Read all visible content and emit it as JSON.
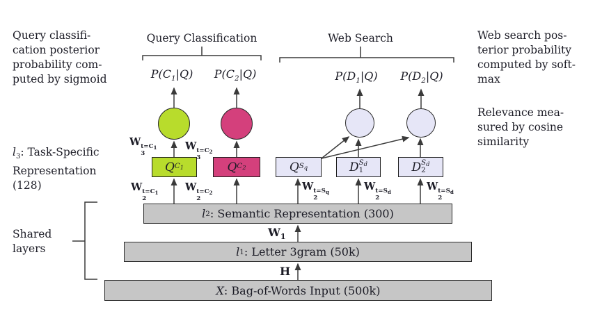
{
  "notes": {
    "query_posterior": "Query classifi-\ncation posterior\nprobability com-\nputed by sigmoid",
    "web_posterior": "Web search pos-\nterior probability\ncomputed by soft-\nmax",
    "relevance": "Relevance mea-\nsured by cosine\nsimilarity",
    "l3": {
      "var": "l",
      "sub": "3",
      "text": ": Task-Specific\nRepresentation\n(128)"
    },
    "shared": "Shared\nlayers"
  },
  "headers": {
    "query_classification": "Query Classification",
    "web_search": "Web Search"
  },
  "outputs": [
    {
      "pre": "P(C",
      "sub": "1",
      "post": "|Q)"
    },
    {
      "pre": "P(C",
      "sub": "2",
      "post": "|Q)"
    },
    {
      "pre": "P(D",
      "sub": "1",
      "post": "|Q)"
    },
    {
      "pre": "P(D",
      "sub": "2",
      "post": "|Q)"
    }
  ],
  "weights": {
    "w3_c1": {
      "base": "W",
      "sub": "3",
      "sup_base": "t=C",
      "sup_sub": "1"
    },
    "w3_c2": {
      "base": "W",
      "sub": "3",
      "sup_base": "t=C",
      "sup_sub": "2"
    },
    "w2_c1": {
      "base": "W",
      "sub": "2",
      "sup_base": "t=C",
      "sup_sub": "1"
    },
    "w2_c2": {
      "base": "W",
      "sub": "2",
      "sup_base": "t=C",
      "sup_sub": "2"
    },
    "w2_sq": {
      "base": "W",
      "sub": "2",
      "sup_base": "t=S",
      "sup_sub": "q"
    },
    "w2_sd1": {
      "base": "W",
      "sub": "2",
      "sup_base": "t=S",
      "sup_sub": "d"
    },
    "w2_sd2": {
      "base": "W",
      "sub": "2",
      "sup_base": "t=S",
      "sup_sub": "d"
    },
    "w1": {
      "base": "W",
      "sub": "1"
    },
    "h": {
      "base": "H"
    }
  },
  "task_boxes": [
    {
      "base": "Q",
      "sub": "",
      "sup_base": "C",
      "sup_sub": "1"
    },
    {
      "base": "Q",
      "sub": "",
      "sup_base": "C",
      "sup_sub": "2"
    },
    {
      "base": "Q",
      "sub": "",
      "sup_base": "S",
      "sup_sub": "q"
    },
    {
      "base": "D",
      "sub": "1",
      "sup_base": "S",
      "sup_sub": "d"
    },
    {
      "base": "D",
      "sub": "2",
      "sup_base": "S",
      "sup_sub": "d"
    }
  ],
  "bars": [
    {
      "var": "l",
      "sub": "2",
      "text": ": Semantic Representation (300)"
    },
    {
      "var": "l",
      "sub": "1",
      "text": ": Letter 3gram (50k)"
    },
    {
      "var": "X",
      "sub": "",
      "text": ": Bag-of-Words Input (500k)"
    }
  ],
  "colors": {
    "green": "#b8dc2c",
    "pink": "#d4407c",
    "lavender": "#e6e6f7",
    "bar_fill": "#c6c6c6",
    "line": "#3a3a3a",
    "text": "#1c1c26"
  }
}
